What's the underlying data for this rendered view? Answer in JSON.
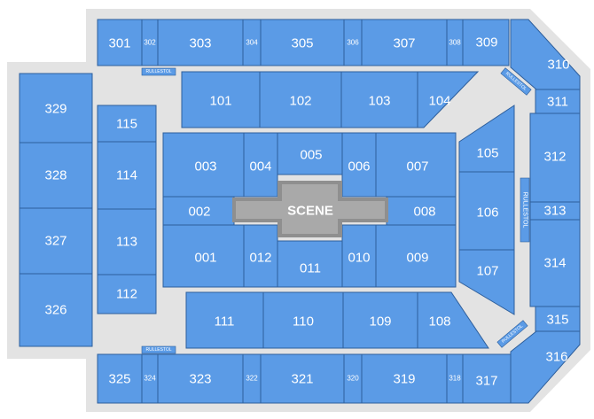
{
  "map": {
    "stage_label": "SCENE",
    "wheelchair_label": "RULLESTOL",
    "colors": {
      "section": "#5b9be6",
      "section_border": "#2e5f9c",
      "floor": "#e3e3e3",
      "stage": "#a9a9a9",
      "stage_dark": "#8f8f8f"
    },
    "sections": {
      "s301": "301",
      "s302": "302",
      "s303": "303",
      "s304": "304",
      "s305": "305",
      "s306": "306",
      "s307": "307",
      "s308": "308",
      "s309": "309",
      "s310": "310",
      "s311": "311",
      "s312": "312",
      "s313": "313",
      "s314": "314",
      "s315": "315",
      "s316": "316",
      "s317": "317",
      "s318": "318",
      "s319": "319",
      "s320": "320",
      "s321": "321",
      "s322": "322",
      "s323": "323",
      "s324": "324",
      "s325": "325",
      "s326": "326",
      "s327": "327",
      "s328": "328",
      "s329": "329",
      "s101": "101",
      "s102": "102",
      "s103": "103",
      "s104": "104",
      "s105": "105",
      "s106": "106",
      "s107": "107",
      "s108": "108",
      "s109": "109",
      "s110": "110",
      "s111": "111",
      "s112": "112",
      "s113": "113",
      "s114": "114",
      "s115": "115",
      "s001": "001",
      "s002": "002",
      "s003": "003",
      "s004": "004",
      "s005": "005",
      "s006": "006",
      "s007": "007",
      "s008": "008",
      "s009": "009",
      "s010": "010",
      "s011": "011",
      "s012": "012"
    }
  }
}
